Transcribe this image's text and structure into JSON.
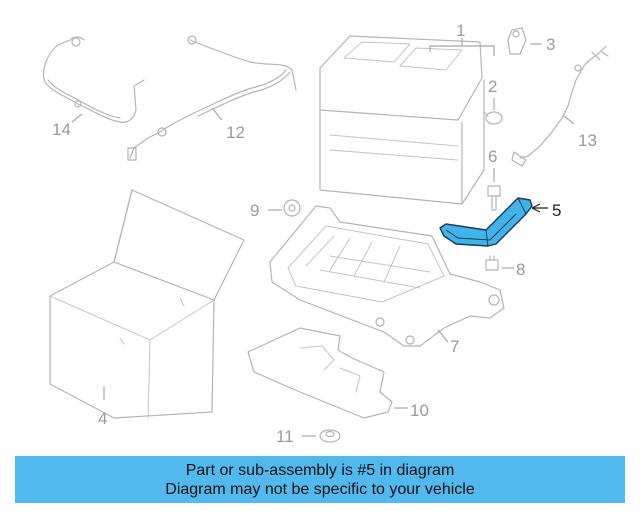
{
  "callouts": {
    "c1": "1",
    "c2": "2",
    "c3": "3",
    "c4": "4",
    "c5": "5",
    "c6": "6",
    "c7": "7",
    "c8": "8",
    "c9": "9",
    "c10": "10",
    "c11": "11",
    "c12": "12",
    "c13": "13",
    "c14": "14"
  },
  "highlighted_part": "5",
  "colors": {
    "highlight_fill": "#3fb4e8",
    "highlight_stroke": "#1a3a55",
    "line": "#b4b4b4",
    "banner": "#52b9ee"
  },
  "banner": {
    "line1": "Part or sub-assembly is #5 in diagram",
    "line2": "Diagram may not be specific to your vehicle"
  }
}
